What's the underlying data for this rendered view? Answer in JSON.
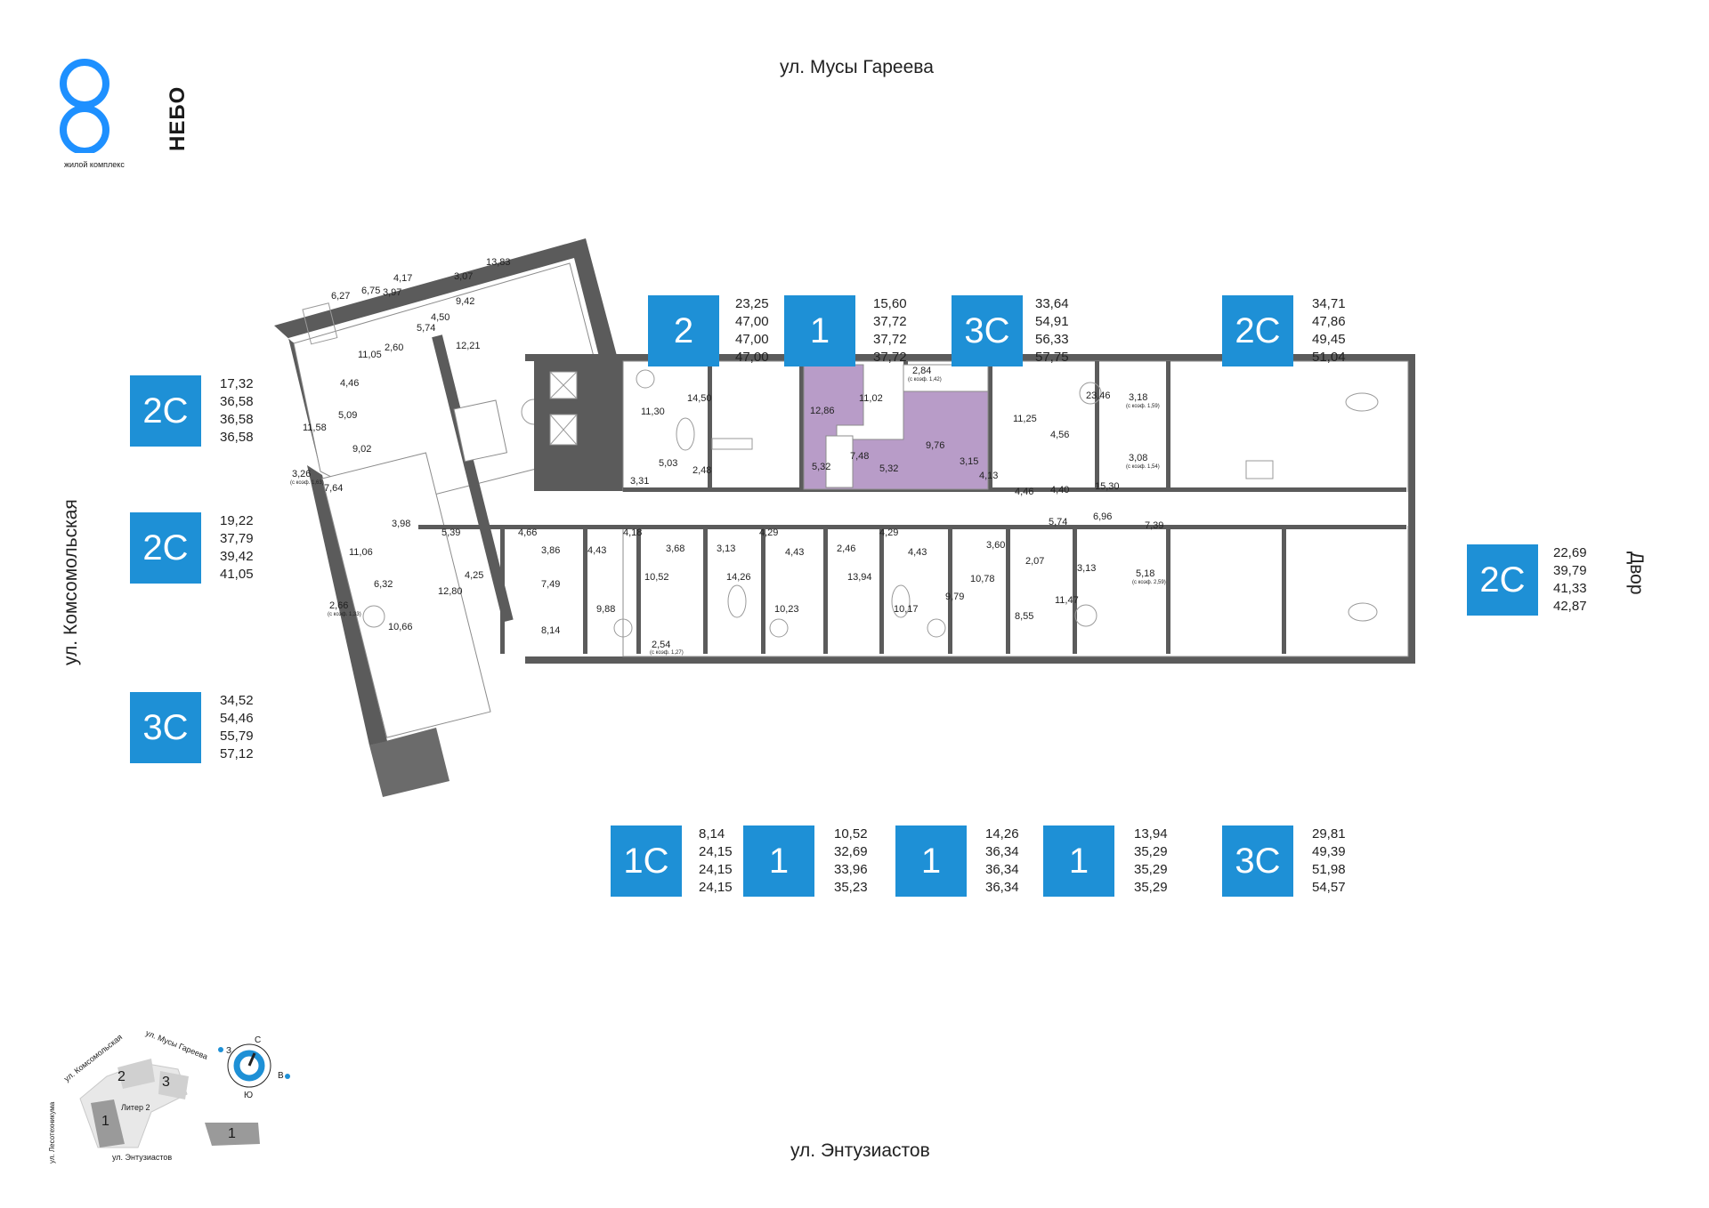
{
  "logo": {
    "digit": "8",
    "name": "НЕБО",
    "subtitle": "жилой комплекс",
    "accent": "#1e90ff"
  },
  "streets": {
    "top": "ул. Мусы Гареева",
    "bottom": "ул. Энтузиастов",
    "left": "ул. Комсомольская",
    "right": "Двор"
  },
  "colors": {
    "badge": "#1e90d6",
    "wall": "#5b5b5b",
    "highlight": "#b89cc8"
  },
  "apartments": [
    {
      "type": "2",
      "areas": [
        "23,25",
        "47,00",
        "47,00",
        "47,00"
      ]
    },
    {
      "type": "1",
      "areas": [
        "15,60",
        "37,72",
        "37,72",
        "37,72"
      ]
    },
    {
      "type": "3С",
      "areas": [
        "33,64",
        "54,91",
        "56,33",
        "57,75"
      ]
    },
    {
      "type": "2С",
      "areas": [
        "34,71",
        "47,86",
        "49,45",
        "51,04"
      ]
    },
    {
      "type": "2С",
      "areas": [
        "17,32",
        "36,58",
        "36,58",
        "36,58"
      ]
    },
    {
      "type": "2С",
      "areas": [
        "19,22",
        "37,79",
        "39,42",
        "41,05"
      ]
    },
    {
      "type": "3С",
      "areas": [
        "34,52",
        "54,46",
        "55,79",
        "57,12"
      ]
    },
    {
      "type": "2С",
      "areas": [
        "22,69",
        "39,79",
        "41,33",
        "42,87"
      ]
    },
    {
      "type": "1С",
      "areas": [
        "8,14",
        "24,15",
        "24,15",
        "24,15"
      ]
    },
    {
      "type": "1",
      "areas": [
        "10,52",
        "32,69",
        "33,96",
        "35,23"
      ]
    },
    {
      "type": "1",
      "areas": [
        "14,26",
        "36,34",
        "36,34",
        "36,34"
      ]
    },
    {
      "type": "1",
      "areas": [
        "13,94",
        "35,29",
        "35,29",
        "35,29"
      ]
    },
    {
      "type": "3С",
      "areas": [
        "29,81",
        "49,39",
        "51,98",
        "54,57"
      ]
    }
  ],
  "rooms": [
    "6,27",
    "6,75",
    "4,17",
    "3,07",
    "13,83",
    "3,97",
    "9,42",
    "11,05",
    "5,74",
    "2,60",
    "4,50",
    "12,21",
    "4,46",
    "11,58",
    "5,09",
    "9,02",
    "3,26",
    "(с коэф. 1,63)",
    "7,64",
    "3,98",
    "11,06",
    "2,66",
    "(с коэф. 1,33)",
    "6,32",
    "10,66",
    "11,30",
    "14,50",
    "5,03",
    "3,31",
    "2,48",
    "12,86",
    "11,02",
    "2,84",
    "(с коэф. 1,42)",
    "7,48",
    "9,76",
    "5,32",
    "5,32",
    "3,15",
    "11,25",
    "4,13",
    "4,46",
    "23,46",
    "3,18",
    "(с коэф. 1,59)",
    "4,56",
    "15,30",
    "3,08",
    "(с коэф. 1,54)",
    "4,40",
    "5,74",
    "6,96",
    "7,39",
    "5,39",
    "4,25",
    "12,80",
    "4,66",
    "3,86",
    "4,43",
    "7,49",
    "8,14",
    "9,88",
    "4,18",
    "3,68",
    "10,52",
    "2,54",
    "(с коэф. 1,27)",
    "3,13",
    "4,29",
    "14,26",
    "4,43",
    "10,23",
    "2,46",
    "4,29",
    "13,94",
    "4,43",
    "10,17",
    "3,60",
    "2,07",
    "10,78",
    "9,79",
    "3,13",
    "11,47",
    "8,55",
    "5,18",
    "(с коэф. 2,59)"
  ],
  "minimap": {
    "streets": [
      "ул. Комсомольская",
      "ул. Мусы Гареева",
      "ул. Лесотехникума",
      "ул. Энтузиастов"
    ],
    "blocks": [
      "1",
      "2",
      "3"
    ],
    "liter": "Литер 2",
    "liter_block": "1",
    "compass": {
      "n": "С",
      "s": "Ю",
      "w": "З",
      "e": "В"
    }
  }
}
